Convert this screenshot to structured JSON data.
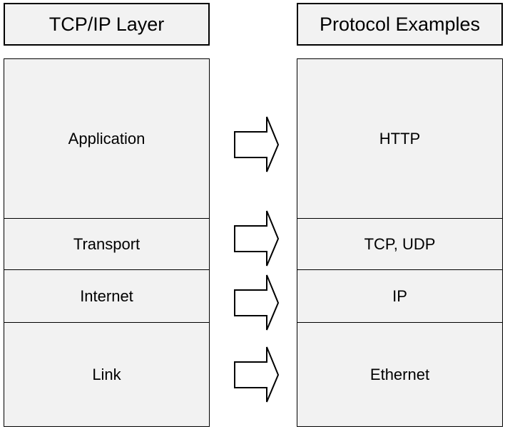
{
  "headers": {
    "left": "TCP/IP Layer",
    "right": "Protocol Examples"
  },
  "layers": [
    {
      "name": "Application",
      "protocol": "HTTP"
    },
    {
      "name": "Transport",
      "protocol": "TCP, UDP"
    },
    {
      "name": "Internet",
      "protocol": "IP"
    },
    {
      "name": "Link",
      "protocol": "Ethernet"
    }
  ],
  "colors": {
    "box_fill": "#f2f2f2",
    "stroke": "#000000",
    "arrow_fill": "#ffffff"
  },
  "icons": {
    "arrow": "right-arrow-icon"
  }
}
